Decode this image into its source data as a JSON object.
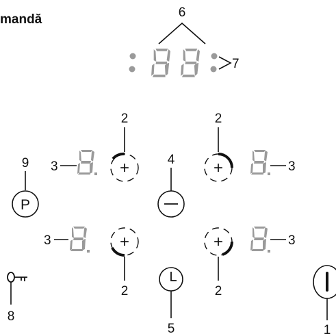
{
  "header": {
    "title": "mandă"
  },
  "timer_display": {
    "digits": [
      "8",
      "8"
    ]
  },
  "zones": [
    {
      "id": "top-left",
      "display_digit": "8"
    },
    {
      "id": "top-right",
      "display_digit": "8"
    },
    {
      "id": "bottom-left",
      "display_digit": "8"
    },
    {
      "id": "bottom-right",
      "display_digit": "8"
    }
  ],
  "buttons": {
    "plus_symbol": "+",
    "minus_symbol": "−",
    "pause_symbol": "P"
  },
  "labels": {
    "n1": "1",
    "n2": "2",
    "n3": "3",
    "n4": "4",
    "n5": "5",
    "n6": "6",
    "n7": "7",
    "n8": "8",
    "n9": "9"
  },
  "icons": {
    "power": "power-icon",
    "timer": "clock-icon",
    "lock": "key-icon",
    "pause": "p-button-icon"
  },
  "colors": {
    "segment": "#9a9a9a",
    "line": "#111111",
    "arc_active": "#111111"
  }
}
